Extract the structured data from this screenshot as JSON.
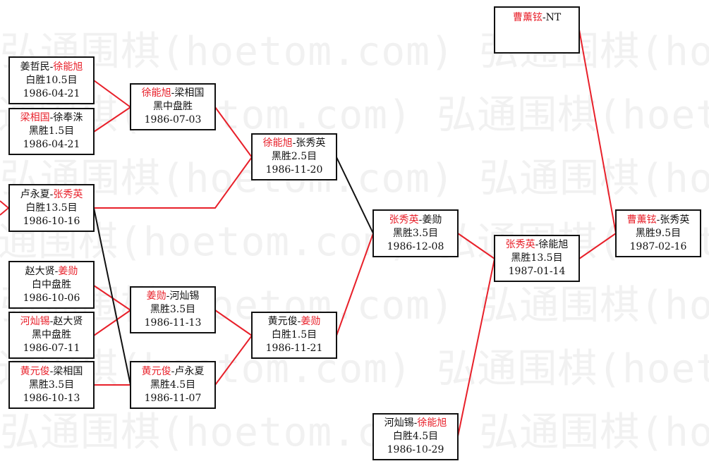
{
  "watermark": {
    "text": "弘通围棋(hoetom.com) 弘通围棋(hoetom.com)"
  },
  "colors": {
    "winner": "#e8202a",
    "text": "#111111",
    "line_red": "#e8202a",
    "line_black": "#111111"
  },
  "games": {
    "g1": {
      "p1": "姜哲民",
      "p2": "徐能旭",
      "winner": "p2",
      "result": "白胜10.5目",
      "date": "1986-04-21"
    },
    "g2": {
      "p1": "梁相国",
      "p2": "徐奉洙",
      "winner": "p1",
      "result": "黑胜1.5目",
      "date": "1986-04-21"
    },
    "g3": {
      "p1": "卢永夏",
      "p2": "张秀英",
      "winner": "p2",
      "result": "白胜13.5目",
      "date": "1986-10-16"
    },
    "g4": {
      "p1": "赵大贤",
      "p2": "姜勋",
      "winner": "p2",
      "result": "白中盘胜",
      "date": "1986-10-06"
    },
    "g5": {
      "p1": "河灿锡",
      "p2": "赵大贤",
      "winner": "p1",
      "result": "黑中盘胜",
      "date": "1986-07-11"
    },
    "g6": {
      "p1": "黄元俊",
      "p2": "梁相国",
      "winner": "p1",
      "result": "黑胜3.5目",
      "date": "1986-10-13"
    },
    "g7": {
      "p1": "徐能旭",
      "p2": "梁相国",
      "winner": "p1",
      "result": "黑中盘胜",
      "date": "1986-07-03"
    },
    "g8": {
      "p1": "姜勋",
      "p2": "河灿锡",
      "winner": "p1",
      "result": "黑胜3.5目",
      "date": "1986-11-13"
    },
    "g9": {
      "p1": "黄元俊",
      "p2": "卢永夏",
      "winner": "p1",
      "result": "黑胜4.5目",
      "date": "1986-11-07"
    },
    "g10": {
      "p1": "徐能旭",
      "p2": "张秀英",
      "winner": "p1",
      "result": "黑胜2.5目",
      "date": "1986-11-20"
    },
    "g11": {
      "p1": "黄元俊",
      "p2": "姜勋",
      "winner": "p2",
      "result": "白胜1.5目",
      "date": "1986-11-21"
    },
    "g12": {
      "p1": "张秀英",
      "p2": "姜勋",
      "winner": "p1",
      "result": "黑胜3.5目",
      "date": "1986-12-08"
    },
    "g13": {
      "p1": "河灿锡",
      "p2": "徐能旭",
      "winner": "p2",
      "result": "白胜4.5目",
      "date": "1986-10-29"
    },
    "g14": {
      "p1": "张秀英",
      "p2": "徐能旭",
      "winner": "p1",
      "result": "黑胜13.5目",
      "date": "1987-01-14"
    },
    "g15": {
      "p1": "曹薰铉",
      "p2": "NT",
      "winner": "p1",
      "result": "",
      "date": ""
    },
    "g16": {
      "p1": "曹薰铉",
      "p2": "张秀英",
      "winner": "p1",
      "result": "黑胜9.5目",
      "date": "1987-02-16"
    }
  }
}
